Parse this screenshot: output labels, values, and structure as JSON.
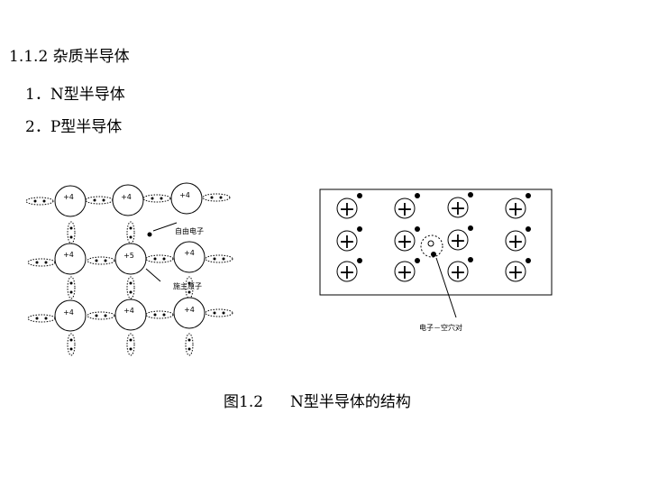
{
  "section_title": "1.1.2  杂质半导体",
  "items": [
    {
      "label": "1．N型半导体"
    },
    {
      "label": "2．P型半导体"
    }
  ],
  "caption": {
    "figure": "图1.2",
    "text": "N型半导体的结构"
  },
  "lattice": {
    "atom_label_default": "+4",
    "atom_label_impurity": "+5",
    "free_electron_label": "自由电子",
    "donor_label": "施主原子"
  },
  "crystal": {
    "ion_symbol": "+",
    "pair_label": "电子－空穴对"
  }
}
